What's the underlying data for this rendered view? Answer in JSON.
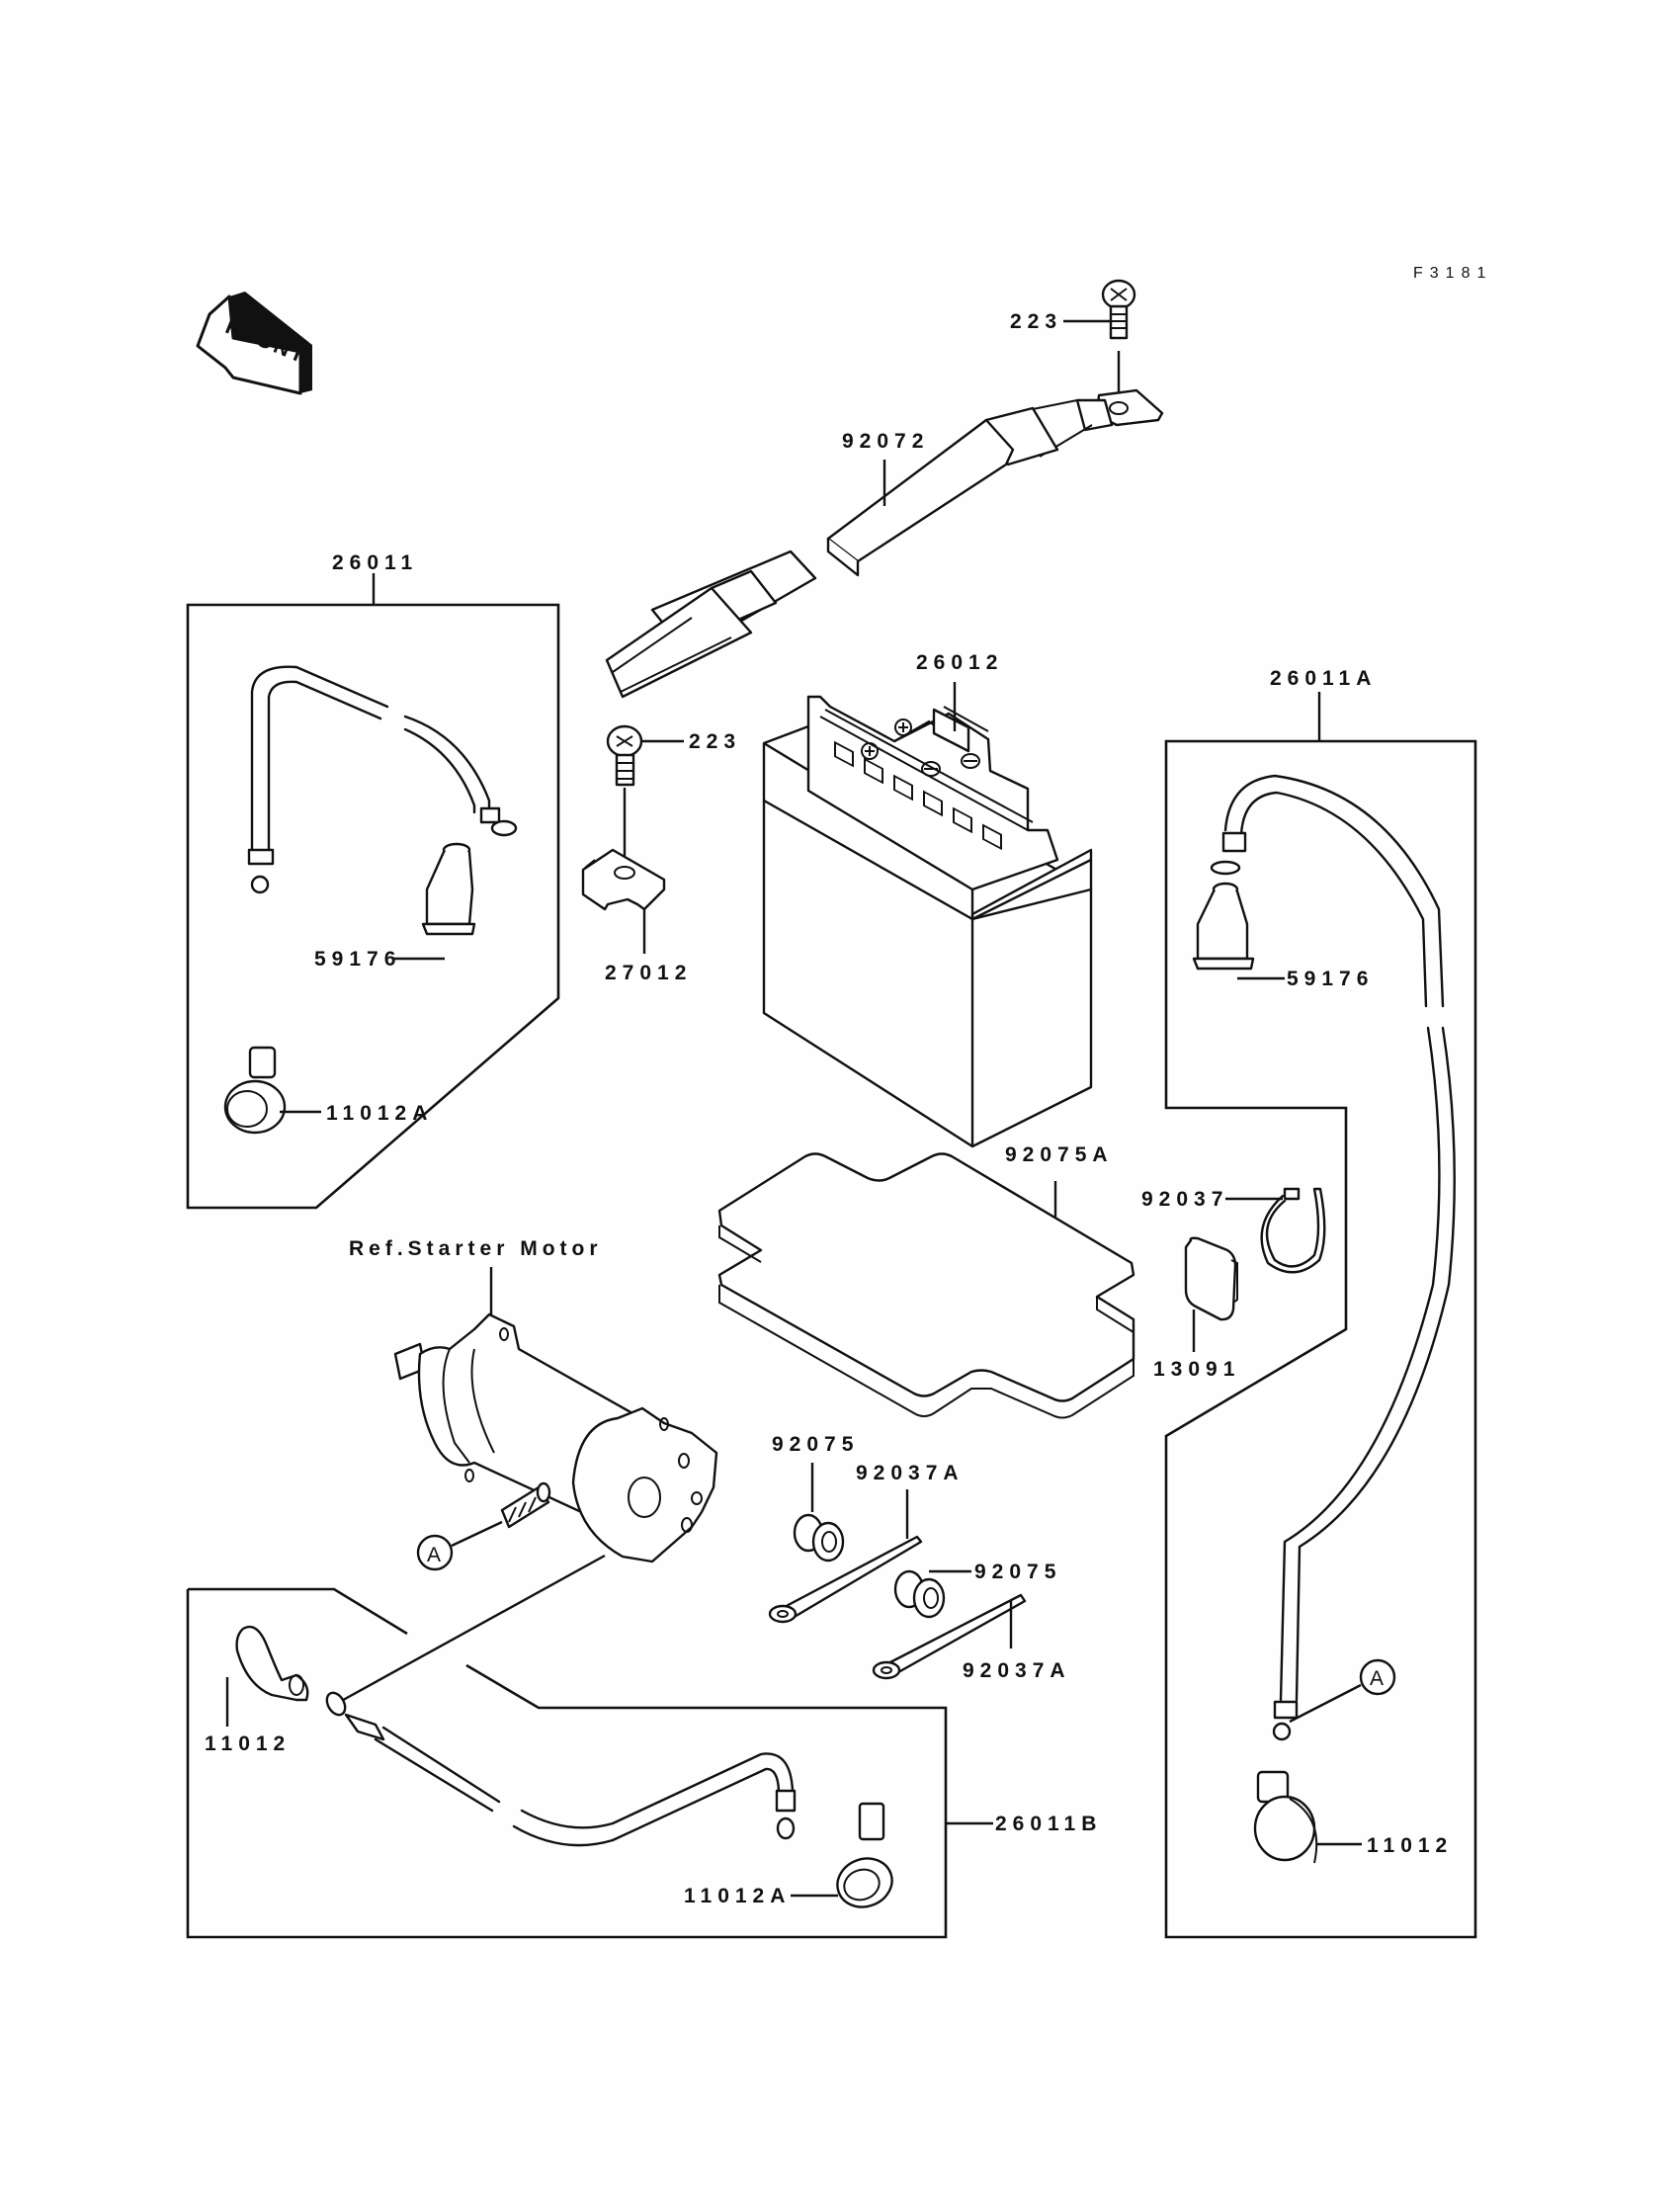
{
  "figure_id": "F3181",
  "front_indicator": {
    "text": "FRONT"
  },
  "reference_label": "Ref.Starter Motor",
  "callout_marker": "A",
  "parts": {
    "screw_top": "223",
    "battery_strap": "92072",
    "battery": "26012",
    "screw_mid": "223",
    "terminal_bracket": "27012",
    "cable_left": "26011",
    "cap_left": "59176",
    "cover_left": "11012A",
    "cable_right": "26011A",
    "cap_right": "59176",
    "battery_pad": "92075A",
    "clamp": "92037",
    "plug": "13091",
    "damper_1": "92075",
    "damper_2": "92075",
    "band_1": "92037A",
    "band_2": "92037A",
    "cover_bottom_left": "11012",
    "cable_bottom": "26011B",
    "cover_bottom": "11012A",
    "cover_right": "11012"
  }
}
